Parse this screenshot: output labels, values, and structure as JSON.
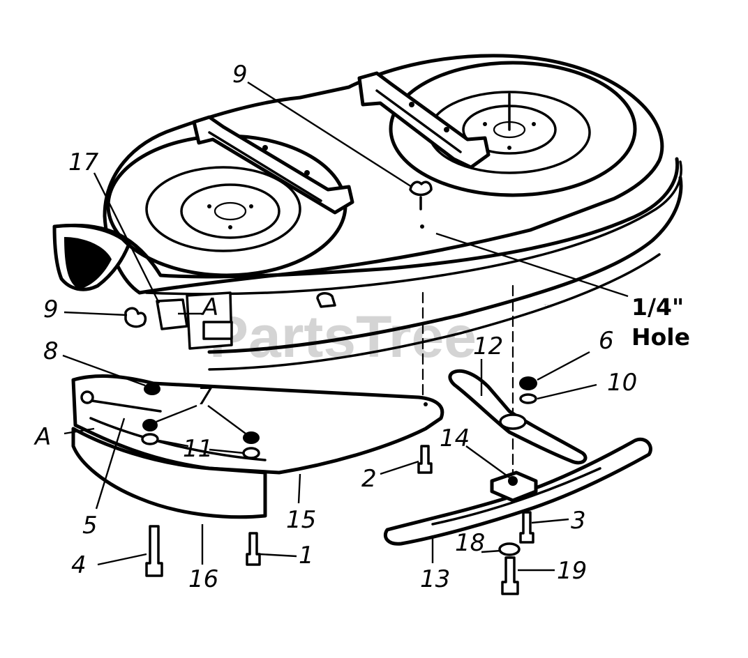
{
  "watermark": {
    "text": "PartsTree",
    "trademark": "™"
  },
  "callouts": [
    {
      "id": "c1",
      "text": "1"
    },
    {
      "id": "c2",
      "text": "2"
    },
    {
      "id": "c3",
      "text": "3"
    },
    {
      "id": "c4",
      "text": "4"
    },
    {
      "id": "c5",
      "text": "5"
    },
    {
      "id": "c6",
      "text": "6"
    },
    {
      "id": "c7",
      "text": "7"
    },
    {
      "id": "c8",
      "text": "8"
    },
    {
      "id": "c9a",
      "text": "9"
    },
    {
      "id": "c9b",
      "text": "9"
    },
    {
      "id": "c10",
      "text": "10"
    },
    {
      "id": "c11",
      "text": "11"
    },
    {
      "id": "c12",
      "text": "12"
    },
    {
      "id": "c13",
      "text": "13"
    },
    {
      "id": "c14",
      "text": "14"
    },
    {
      "id": "c15",
      "text": "15"
    },
    {
      "id": "c16",
      "text": "16"
    },
    {
      "id": "c17",
      "text": "17"
    },
    {
      "id": "c18",
      "text": "18"
    },
    {
      "id": "c19",
      "text": "19"
    },
    {
      "id": "cA1",
      "text": "A"
    },
    {
      "id": "cA2",
      "text": "A"
    }
  ],
  "hole_note": {
    "line1": "1/4\"",
    "line2": "Hole"
  }
}
